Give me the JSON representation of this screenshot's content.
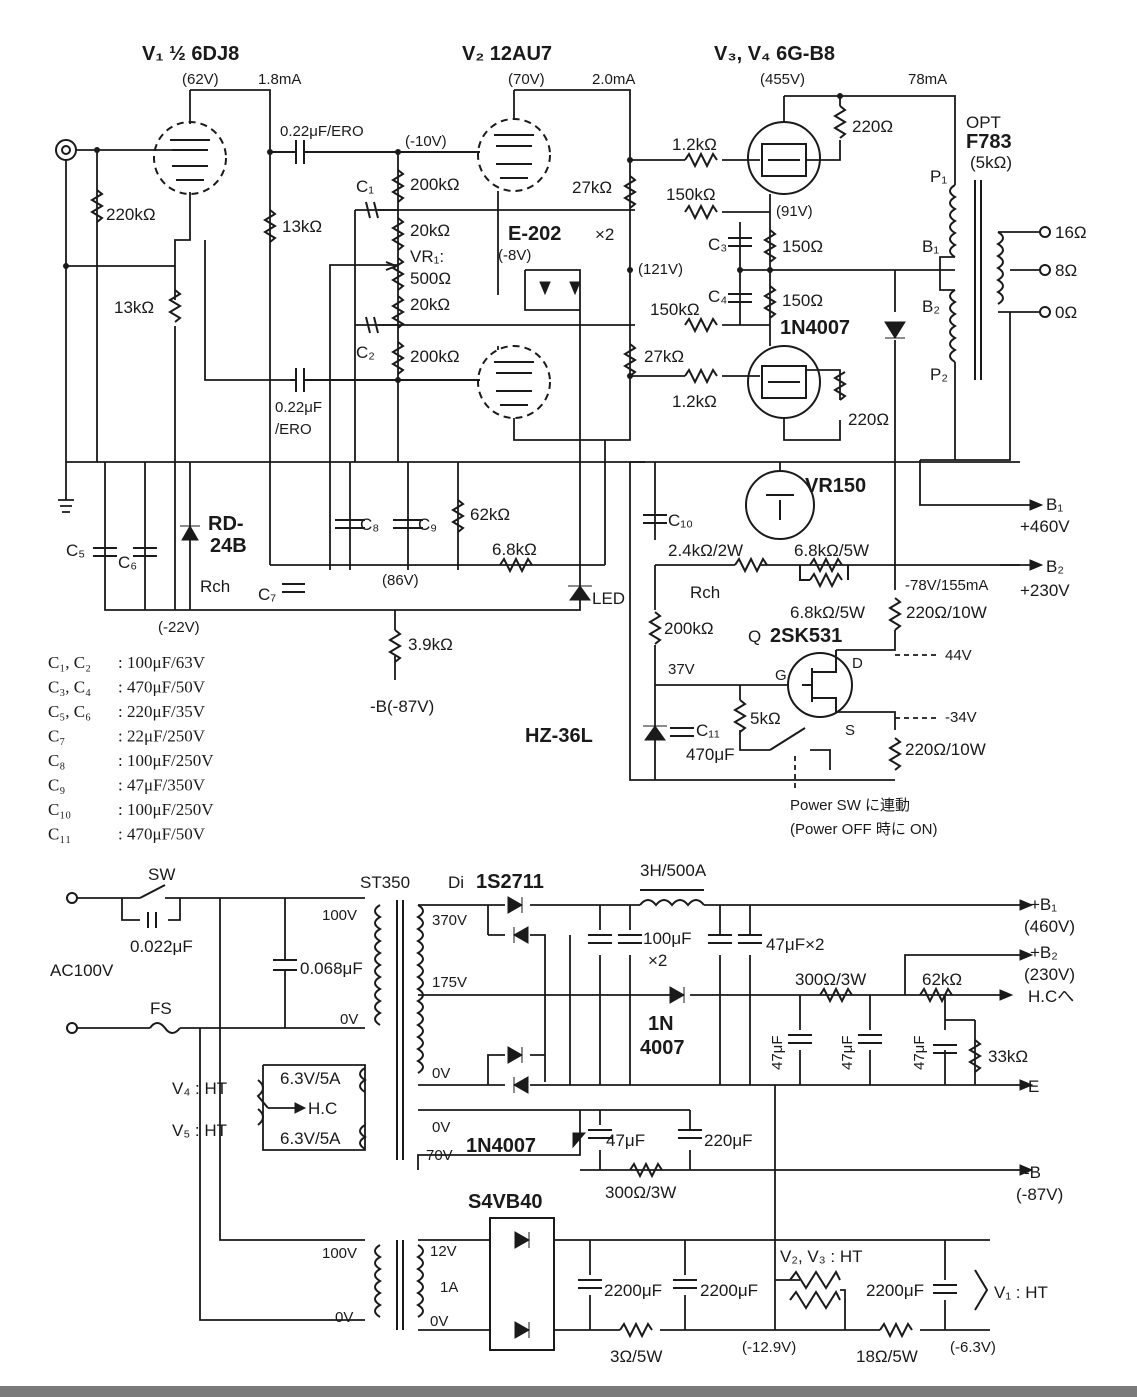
{
  "amp": {
    "v1_title": "V₁ ½ 6DJ8",
    "v1_v": "(62V)",
    "v1_ma": "1.8mA",
    "v2_title": "V₂ 12AU7",
    "v2_v": "(70V)",
    "v2_ma": "2.0mA",
    "v34_title": "V₃, V₄ 6G-B8",
    "v34_v": "(455V)",
    "v34_ma": "78mA",
    "opt": "OPT",
    "opt_model": "F783",
    "opt_z": "(5kΩ)",
    "p1": "P₁",
    "b1": "B₁",
    "b2": "B₂",
    "p2": "P₂",
    "tap16": "16Ω",
    "tap8": "8Ω",
    "tap0": "0Ω",
    "r220k": "220kΩ",
    "r13k_a": "13kΩ",
    "r13k_b": "13kΩ",
    "c022_a": "0.22μF/ERO",
    "c022_b1": "0.22μF",
    "c022_b2": "/ERO",
    "v_neg10": "(-10V)",
    "v_neg8": "(-8V)",
    "v_121": "(121V)",
    "v_91": "(91V)",
    "c1": "C₁",
    "c2": "C₂",
    "c3": "C₃",
    "c4": "C₄",
    "r200k_a": "200kΩ",
    "r20k_a": "20kΩ",
    "vr1": "VR₁:",
    "vr1_v": "500Ω",
    "r20k_b": "20kΩ",
    "r200k_b": "200kΩ",
    "e202": "E-202",
    "e202_x": "×2",
    "r27k_a": "27kΩ",
    "r27k_b": "27kΩ",
    "r12k_a": "1.2kΩ",
    "r150k_a": "150kΩ",
    "r150k_b": "150kΩ",
    "r12k_b": "1.2kΩ",
    "r150_a": "150Ω",
    "r150_b": "150Ω",
    "r220_a": "220Ω",
    "r220_b": "220Ω",
    "d1n4007": "1N4007"
  },
  "bias": {
    "rd24b_1": "RD-",
    "rd24b_2": "24B",
    "c5": "C₅",
    "c6": "C₆",
    "c7": "C₇",
    "c8": "C₈",
    "c9": "C₉",
    "c10": "C₁₀",
    "c11": "C₁₁",
    "rch_a": "Rch",
    "rch_b": "Rch",
    "v_neg22": "(-22V)",
    "v_86": "(86V)",
    "r62k": "62kΩ",
    "r68k": "6.8kΩ",
    "r39k": "3.9kΩ",
    "neg_b": "-B(-87V)",
    "led": "LED",
    "vr150": "VR150",
    "r24k": "2.4kΩ/2W",
    "r68k5w_a": "6.8kΩ/5W",
    "r68k5w_b": "6.8kΩ/5W",
    "r200k": "200kΩ",
    "v_78": "-78V/155mA",
    "r220_10w_a": "220Ω/10W",
    "q": "Q",
    "q_model": "2SK531",
    "g": "G",
    "d": "D",
    "s": "S",
    "v_37": "37V",
    "v_44": "44V",
    "v_34": "-34V",
    "r5k": "5kΩ",
    "c11_v": "470μF",
    "hz36l": "HZ-36L",
    "r220_10w_b": "220Ω/10W",
    "pwr_sw_1": "Power SW に連動",
    "pwr_sw_2": "(Power OFF 時に ON)",
    "b1_out": "B₁",
    "b1_out_v": "+460V",
    "b2_out": "B₂",
    "b2_out_v": "+230V"
  },
  "caps_list": [
    {
      "names": "C₁, C₂",
      "value": ": 100μF/63V"
    },
    {
      "names": "C₃, C₄",
      "value": ": 470μF/50V"
    },
    {
      "names": "C₅, C₆",
      "value": ": 220μF/35V"
    },
    {
      "names": "C₇",
      "value": ": 22μF/250V"
    },
    {
      "names": "C₈",
      "value": ": 100μF/250V"
    },
    {
      "names": "C₉",
      "value": ": 47μF/350V"
    },
    {
      "names": "C₁₀",
      "value": ": 100μF/250V"
    },
    {
      "names": "C₁₁",
      "value": ": 470μF/50V"
    }
  ],
  "psu": {
    "sw": "SW",
    "c0022": "0.022μF",
    "ac100": "AC100V",
    "fs": "FS",
    "c0068": "0.068μF",
    "st350": "ST350",
    "di": "Di",
    "di_model": "1S2711",
    "p100v": "100V",
    "p0v": "0V",
    "s370": "370V",
    "s175": "175V",
    "s0v": "0V",
    "choke": "3H/500A",
    "c100x2_a": "100μF",
    "c100x2_b": "×2",
    "c47x2": "47μF×2",
    "d1n": "1N",
    "d4007": "4007",
    "r300": "300Ω/3W",
    "r62k": "62kΩ",
    "r33k": "33kΩ",
    "c47_a": "47μF",
    "c47_b": "47μF",
    "c47_c": "47μF",
    "out_b1": "+B₁",
    "out_b1_v": "(460V)",
    "out_b2": "+B₂",
    "out_b2_v": "(230V)",
    "out_hc": "H.Cへ",
    "out_e": "E",
    "v4ht": "V₄ : HT",
    "v5ht": "V₅ : HT",
    "h63_a": "6.3V/5A",
    "h63_b": "6.3V/5A",
    "hc": "H.C",
    "s0v_b": "0V",
    "s70v": "70V",
    "d1n4007_b": "1N4007",
    "c47_d": "47μF",
    "c220": "220μF",
    "r300_b": "300Ω/3W",
    "out_negb": "-B",
    "out_negb_v": "(-87V)",
    "s4vb40": "S4VB40",
    "t2_100v": "100V",
    "t2_0v": "0V",
    "t2_12v": "12V",
    "t2_1a": "1A",
    "t2_0v_s": "0V",
    "c2200_a": "2200μF",
    "c2200_b": "2200μF",
    "c2200_c": "2200μF",
    "r3": "3Ω/5W",
    "r18": "18Ω/5W",
    "v_129": "(-12.9V)",
    "v_63": "(-6.3V)",
    "v23ht": "V₂, V₃ : HT",
    "v1ht": "V₁ : HT"
  }
}
